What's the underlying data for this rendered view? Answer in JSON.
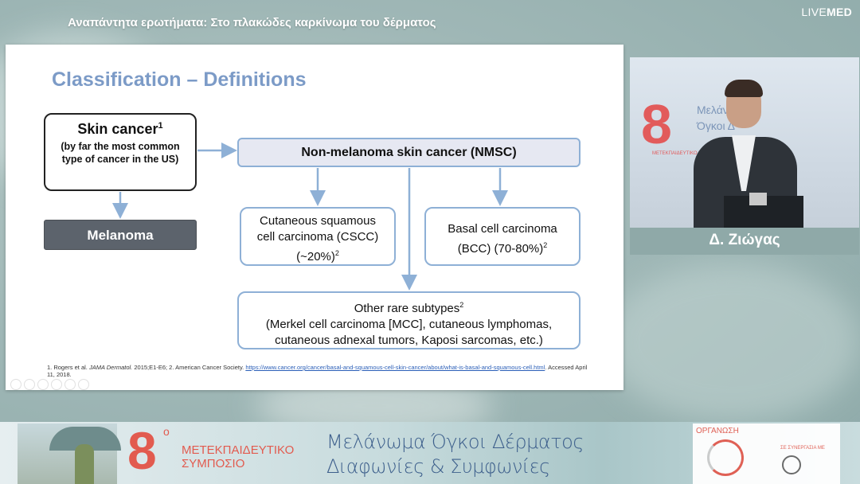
{
  "header": {
    "title": "Αναπάντητα ερωτήματα: Στο πλακώδες καρκίνωμα του δέρματος",
    "brand_live": "LIVE",
    "brand_med": "MED"
  },
  "slide": {
    "title": "Classification – Definitions",
    "skin_cancer": {
      "label": "Skin cancer",
      "sup": "1",
      "sub1": "(by far the most common",
      "sub2": "type of cancer in the US)"
    },
    "melanoma": "Melanoma",
    "nmsc": "Non-melanoma skin cancer (NMSC)",
    "cscc": {
      "line1": "Cutaneous squamous",
      "line2": "cell carcinoma (CSCC)",
      "line3": "(~20%)",
      "sup": "2"
    },
    "bcc": {
      "line1": "Basal cell carcinoma",
      "line2": "(BCC) (70-80%)",
      "sup": "2"
    },
    "rare": {
      "line1": "Other rare subtypes",
      "sup": "2",
      "line2": "(Merkel cell carcinoma [MCC], cutaneous lymphomas,",
      "line3": "cutaneous adnexal tumors, Kaposi sarcomas, etc.)"
    },
    "references": {
      "ref1_prefix": "1. Rogers et al.",
      "ref1_journal": "JAMA Dermatol.",
      "ref1_rest": "2015;E1-E6;  2. American Cancer Society.",
      "ref2_link": "https://www.cancer.org/cancer/basal-and-squamous-cell-skin-cancer/about/what-is-basal-and-squamous-cell.html",
      "ref2_rest": ". Accessed April 11, 2018."
    }
  },
  "speaker": {
    "name": "Δ. Ζιώγας",
    "backdrop_number": "8",
    "backdrop_text1": "Μελάνω",
    "backdrop_text2": "Όγκοι Δ",
    "backdrop_small": "ΜΕΤΕΚΠΑΙΔΕΥΤΙΚΟ ΣΥΜΠΟΣΙΟ"
  },
  "banner": {
    "number": "8",
    "degree": "ο",
    "event_line1": "ΜΕΤΕΚΠΑΙΔΕΥΤΙΚΟ",
    "event_line2": "ΣΥΜΠΟΣΙΟ",
    "title_line1": "Μελάνωμα Όγκοι Δέρματος",
    "title_line2": "Διαφωνίες & Συμφωνίες",
    "org_label": "ΟΡΓΑΝΩΣΗ",
    "collab_label": "ΣΕ ΣΥΝΕΡΓΑΣΙΑ ΜΕ"
  },
  "colors": {
    "slide_title": "#7c9bc7",
    "box_border": "#8eb0d6",
    "melanoma_fill": "#5c636c",
    "accent_red": "#e25b4f",
    "name_bar": "#8fa9a8"
  }
}
